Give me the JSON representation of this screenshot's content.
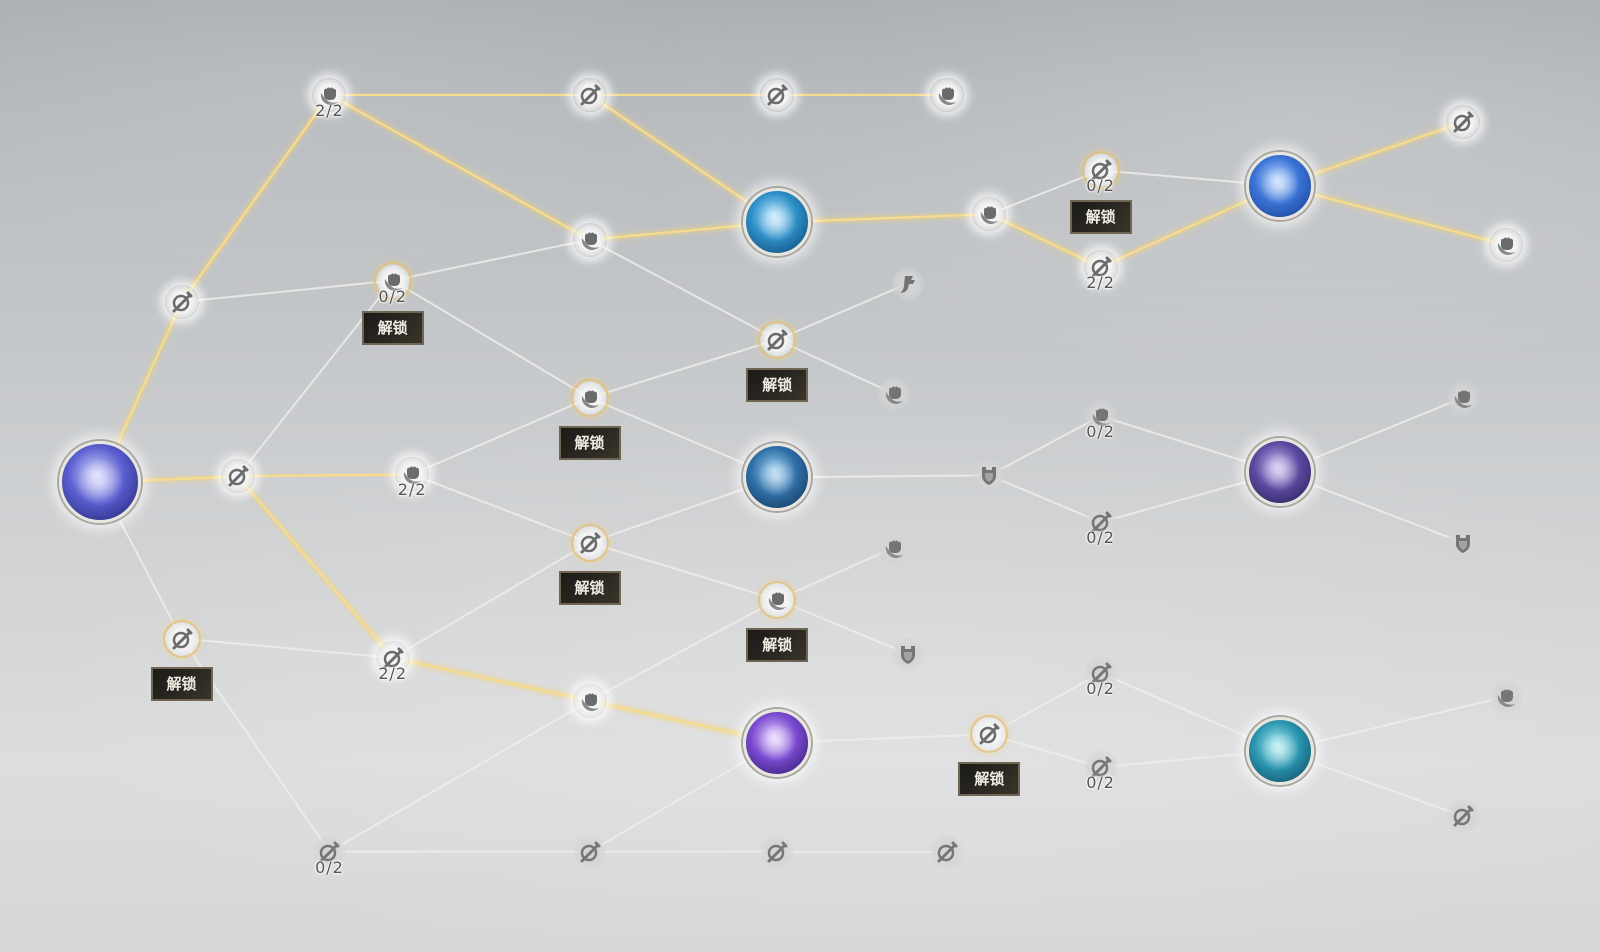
{
  "unlock_label": "解锁",
  "colors": {
    "lit_edge": "#f2d27a",
    "dim_edge": "#eeeeea",
    "icon_gray": "#6a6b6d"
  },
  "major_nodes": [
    {
      "id": "A",
      "name": "lightning-root-skill",
      "colors": [
        "#d8d8ff",
        "#5a5ed0",
        "#1f1f6a"
      ]
    },
    {
      "id": "B",
      "name": "yin-yang-skill",
      "colors": [
        "#bfe8ff",
        "#2d8fc8",
        "#0b3e66"
      ]
    },
    {
      "id": "C",
      "name": "blue-scroll-skill",
      "colors": [
        "#bcd8ff",
        "#3a73d6",
        "#173a88"
      ]
    },
    {
      "id": "D",
      "name": "meditation-skill",
      "colors": [
        "#9fd0f0",
        "#2f6fa8",
        "#10304f"
      ]
    },
    {
      "id": "E",
      "name": "shadow-figure-skill",
      "colors": [
        "#c8b8f0",
        "#5b4aa0",
        "#241a50"
      ]
    },
    {
      "id": "F",
      "name": "purple-vortex-skill",
      "colors": [
        "#e6d0ff",
        "#7a4ad0",
        "#2a1566"
      ]
    },
    {
      "id": "G",
      "name": "water-beast-skill",
      "colors": [
        "#a6ecf0",
        "#2a96b0",
        "#0c3f55"
      ]
    }
  ],
  "nodes": [
    {
      "id": "n1",
      "icon": "fist",
      "state": "lit",
      "progress": "2/2"
    },
    {
      "id": "n2",
      "icon": "sword",
      "state": "lit"
    },
    {
      "id": "n3",
      "icon": "sword",
      "state": "lit"
    },
    {
      "id": "n4",
      "icon": "fist",
      "state": "lit"
    },
    {
      "id": "n5",
      "icon": "sword",
      "state": "lit"
    },
    {
      "id": "n6",
      "icon": "fist",
      "state": "avail",
      "progress": "0/2",
      "unlock": true
    },
    {
      "id": "n7",
      "icon": "fist",
      "state": "lit"
    },
    {
      "id": "n8",
      "icon": "fist",
      "state": "lit"
    },
    {
      "id": "n9",
      "icon": "sword",
      "state": "avail",
      "progress": "0/2",
      "unlock": true
    },
    {
      "id": "n10",
      "icon": "sword",
      "state": "lit",
      "progress": "2/2"
    },
    {
      "id": "n11",
      "icon": "sword",
      "state": "lit"
    },
    {
      "id": "n12",
      "icon": "fist",
      "state": "lit"
    },
    {
      "id": "n13",
      "icon": "axe",
      "state": "locked"
    },
    {
      "id": "n14",
      "icon": "sword",
      "state": "avail",
      "unlock": true
    },
    {
      "id": "n15",
      "icon": "fist",
      "state": "locked"
    },
    {
      "id": "n16",
      "icon": "fist",
      "state": "avail",
      "unlock": true
    },
    {
      "id": "n17",
      "icon": "sword",
      "state": "lit"
    },
    {
      "id": "n18",
      "icon": "fist",
      "state": "lit",
      "progress": "2/2"
    },
    {
      "id": "n19",
      "icon": "shield",
      "state": "locked"
    },
    {
      "id": "n20",
      "icon": "fist",
      "state": "locked",
      "progress": "0/2"
    },
    {
      "id": "n21",
      "icon": "sword",
      "state": "locked",
      "progress": "0/2"
    },
    {
      "id": "n22",
      "icon": "fist",
      "state": "locked"
    },
    {
      "id": "n23",
      "icon": "shield",
      "state": "locked"
    },
    {
      "id": "n24",
      "icon": "sword",
      "state": "avail",
      "unlock": true
    },
    {
      "id": "n25",
      "icon": "fist",
      "state": "locked"
    },
    {
      "id": "n26",
      "icon": "fist",
      "state": "avail",
      "unlock": true
    },
    {
      "id": "n27",
      "icon": "shield",
      "state": "locked"
    },
    {
      "id": "n28",
      "icon": "sword",
      "state": "avail",
      "unlock": true
    },
    {
      "id": "n29",
      "icon": "sword",
      "state": "lit",
      "progress": "2/2"
    },
    {
      "id": "n30",
      "icon": "fist",
      "state": "lit"
    },
    {
      "id": "n31",
      "icon": "sword",
      "state": "avail",
      "unlock": true
    },
    {
      "id": "n32",
      "icon": "sword",
      "state": "locked",
      "progress": "0/2"
    },
    {
      "id": "n33",
      "icon": "sword",
      "state": "locked",
      "progress": "0/2"
    },
    {
      "id": "n34",
      "icon": "fist",
      "state": "locked"
    },
    {
      "id": "n35",
      "icon": "sword",
      "state": "locked"
    },
    {
      "id": "n36",
      "icon": "sword",
      "state": "locked",
      "progress": "0/2"
    },
    {
      "id": "n37",
      "icon": "sword",
      "state": "locked"
    },
    {
      "id": "n38",
      "icon": "sword",
      "state": "locked"
    },
    {
      "id": "n39",
      "icon": "sword",
      "state": "locked"
    }
  ],
  "edges": [
    [
      "A",
      "n5",
      1
    ],
    [
      "n5",
      "n1",
      1
    ],
    [
      "n1",
      "n2",
      1
    ],
    [
      "n2",
      "n3",
      1
    ],
    [
      "n3",
      "n4",
      1
    ],
    [
      "n1",
      "n7",
      1
    ],
    [
      "n2",
      "B",
      1
    ],
    [
      "n7",
      "B",
      1
    ],
    [
      "B",
      "n8",
      1
    ],
    [
      "n8",
      "n10",
      1
    ],
    [
      "n10",
      "C",
      1
    ],
    [
      "C",
      "n11",
      1
    ],
    [
      "C",
      "n12",
      1
    ],
    [
      "n8",
      "n9",
      0
    ],
    [
      "n9",
      "C",
      0
    ],
    [
      "n5",
      "n6",
      0
    ],
    [
      "n6",
      "n7",
      0
    ],
    [
      "n6",
      "n16",
      0
    ],
    [
      "n17",
      "n6",
      0
    ],
    [
      "n7",
      "n14",
      0
    ],
    [
      "n14",
      "n13",
      0
    ],
    [
      "n14",
      "n15",
      0
    ],
    [
      "n16",
      "n14",
      0
    ],
    [
      "n16",
      "D",
      0
    ],
    [
      "n18",
      "n16",
      0
    ],
    [
      "n18",
      "n24",
      0
    ],
    [
      "n24",
      "D",
      0
    ],
    [
      "n24",
      "n26",
      0
    ],
    [
      "n26",
      "n25",
      0
    ],
    [
      "n26",
      "n27",
      0
    ],
    [
      "A",
      "n17",
      1
    ],
    [
      "n17",
      "n18",
      1
    ],
    [
      "n17",
      "n29",
      1
    ],
    [
      "n29",
      "n24",
      0
    ],
    [
      "n29",
      "n30",
      1
    ],
    [
      "n30",
      "F",
      1
    ],
    [
      "n30",
      "n26",
      0
    ],
    [
      "A",
      "n28",
      0
    ],
    [
      "n28",
      "n29",
      0
    ],
    [
      "n28",
      "n36",
      0
    ],
    [
      "n36",
      "n30",
      0
    ],
    [
      "n36",
      "n37",
      0
    ],
    [
      "n37",
      "F",
      0
    ],
    [
      "n37",
      "n38",
      0
    ],
    [
      "n38",
      "n39",
      0
    ],
    [
      "D",
      "n19",
      0
    ],
    [
      "n19",
      "n20",
      0
    ],
    [
      "n19",
      "n21",
      0
    ],
    [
      "n20",
      "E",
      0
    ],
    [
      "n21",
      "E",
      0
    ],
    [
      "E",
      "n22",
      0
    ],
    [
      "E",
      "n23",
      0
    ],
    [
      "F",
      "n31",
      0
    ],
    [
      "n31",
      "n32",
      0
    ],
    [
      "n31",
      "n33",
      0
    ],
    [
      "n32",
      "G",
      0
    ],
    [
      "n33",
      "G",
      0
    ],
    [
      "G",
      "n34",
      0
    ],
    [
      "G",
      "n35",
      0
    ]
  ]
}
